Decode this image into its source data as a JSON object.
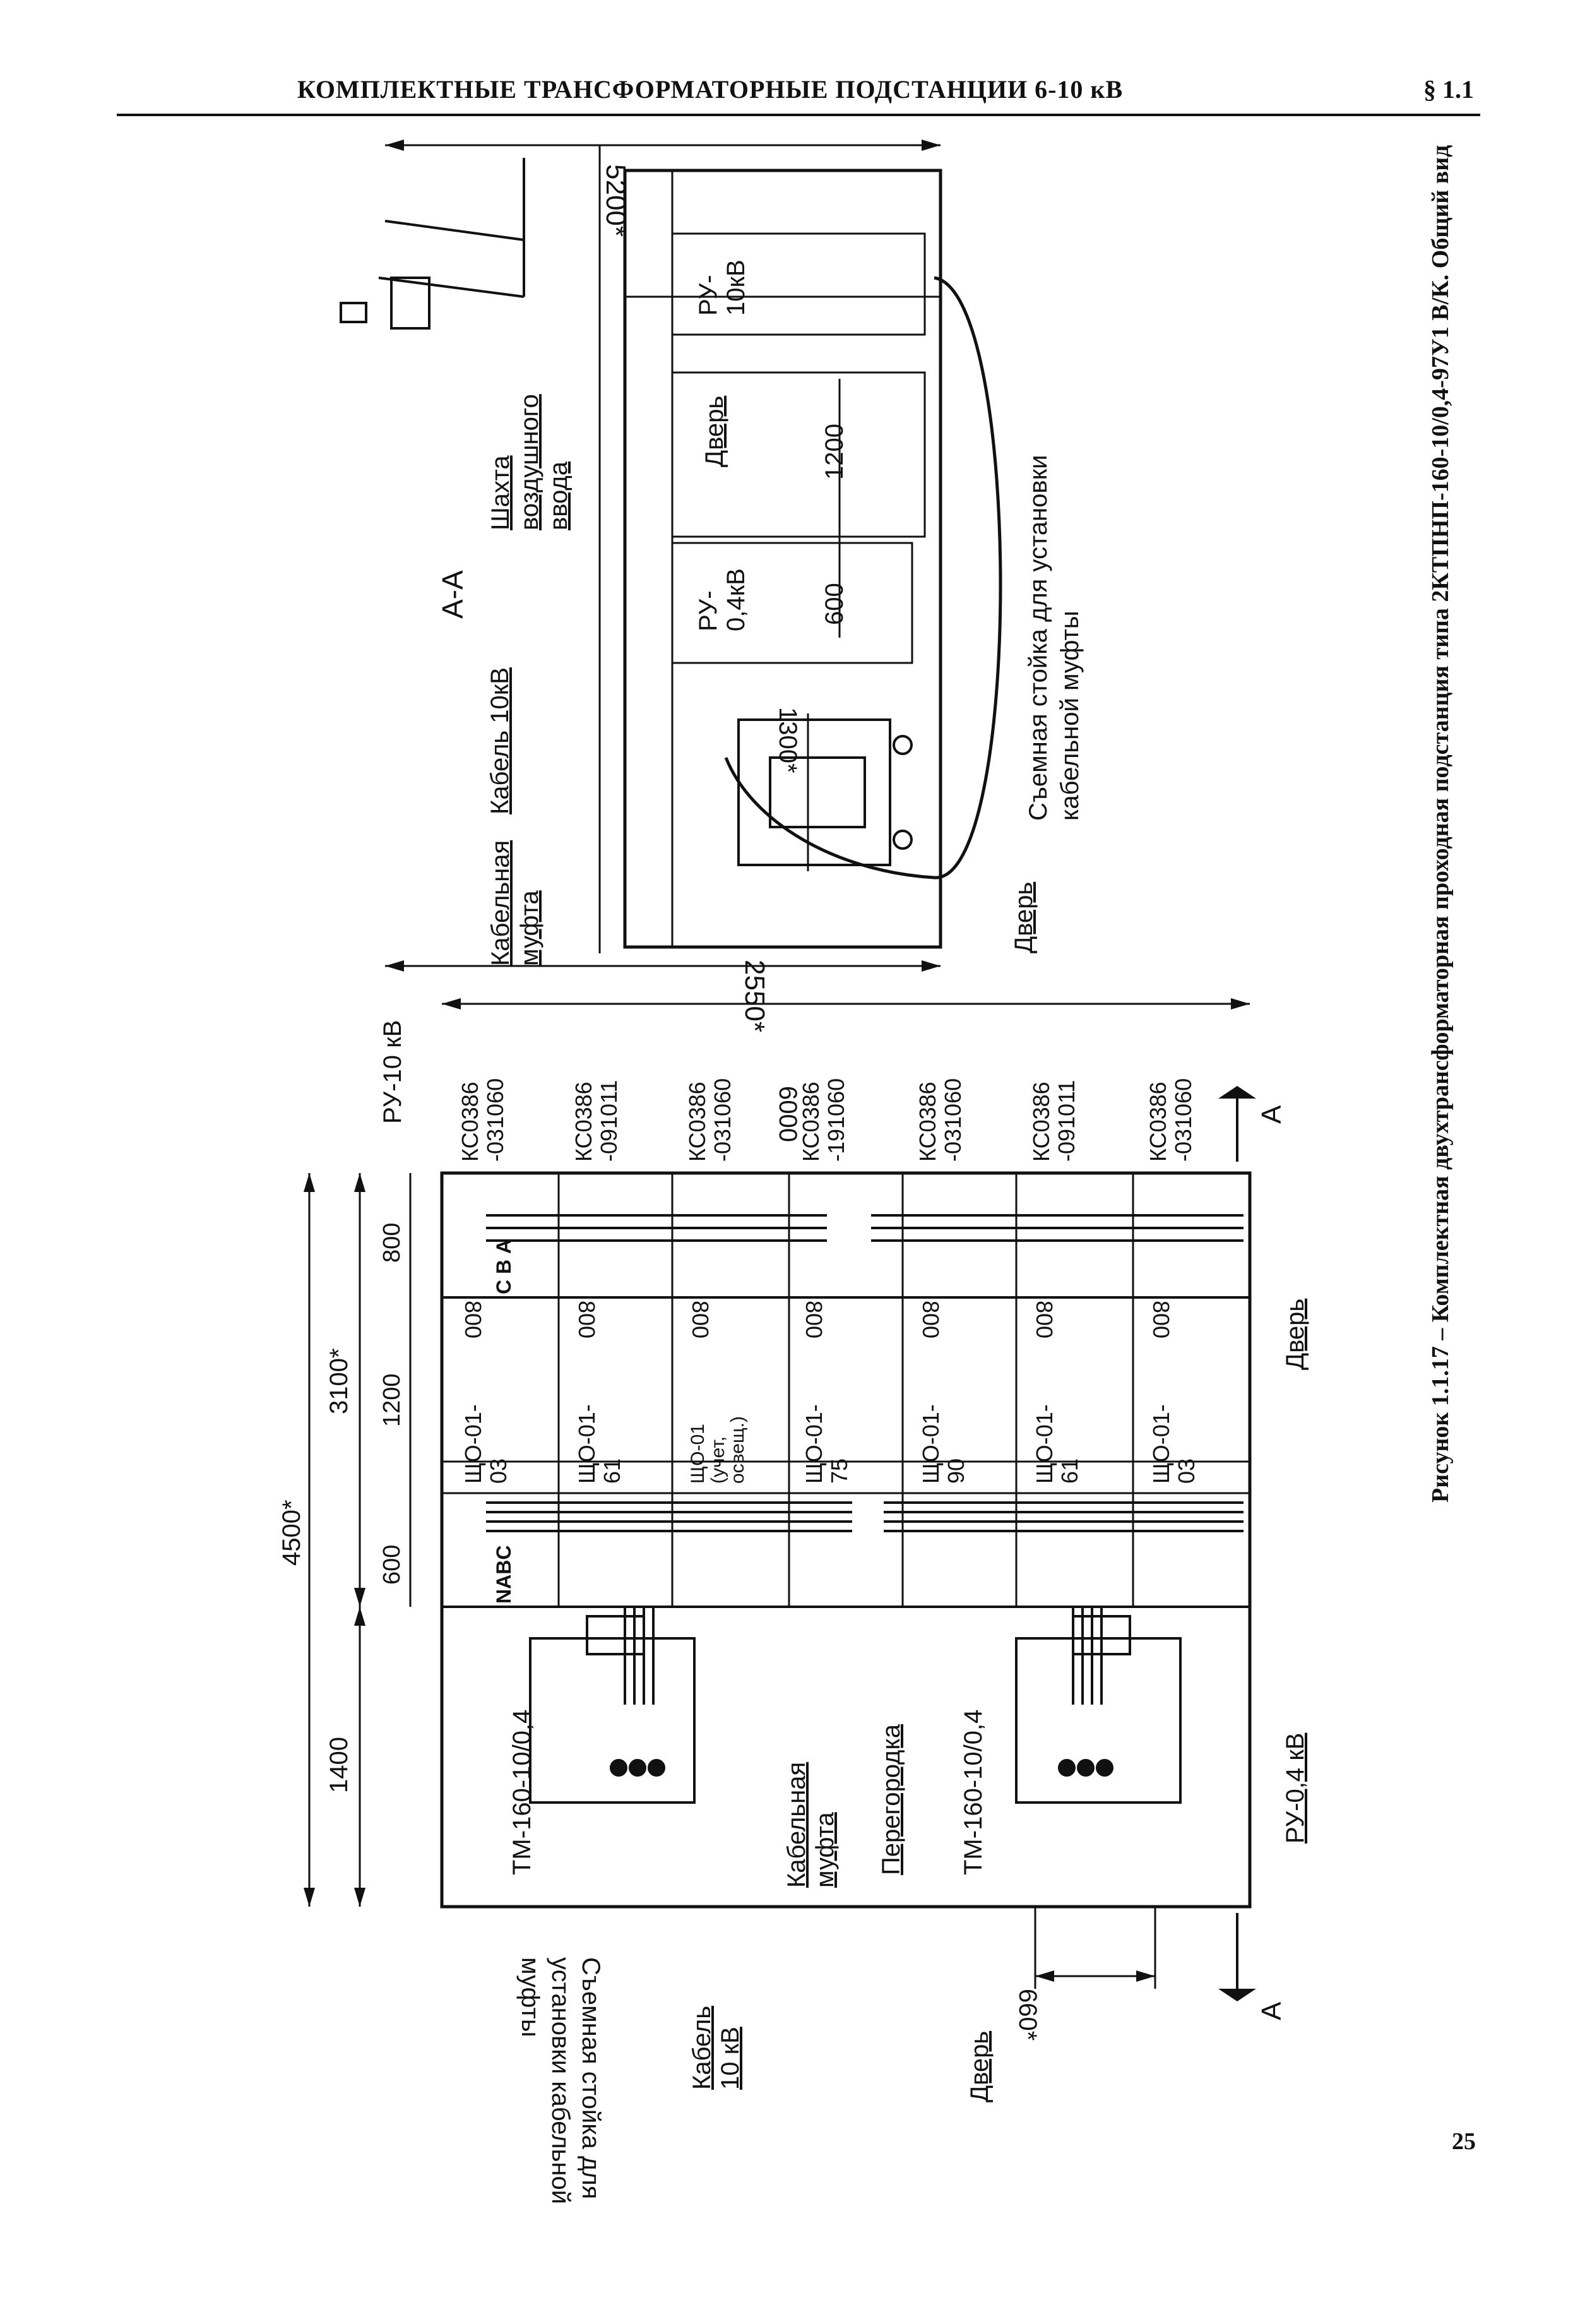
{
  "header": {
    "title": "КОМПЛЕКТНЫЕ ТРАНСФОРМАТОРНЫЕ ПОДСТАНЦИИ 6-10 кВ",
    "section": "§ 1.1"
  },
  "plan_view": {
    "dimensions": {
      "total_length": "4500*",
      "transformer_section": "1400",
      "switchgear_section": "3100*",
      "ru04_width": "600",
      "shchO_width": "1200",
      "ru10_width": "800",
      "overall_width": "6000",
      "transformer_spacing": "660*"
    },
    "labels": {
      "ru10": "РУ-10 кВ",
      "ru04": "РУ-0,4 кВ",
      "door_right": "Дверь",
      "door_left": "Дверь",
      "partition": "Перегородка",
      "cable_sleeve": "Кабельная муфта",
      "cable_10kv": "Кабель 10 кВ",
      "removable_stand": "Съемная стойка для установки кабельной муфты",
      "transformer_1": "ТМ-160-10/0,4",
      "transformer_2": "ТМ-160-10/0,4",
      "section_mark_top": "А",
      "section_mark_bottom": "А",
      "bus_ru04": "NABC",
      "bus_ru10": "С В А"
    },
    "ru10_cells": [
      "КС0386 -031060",
      "КС0386 -091011",
      "КС0386 -031060",
      "КС0386 -191060",
      "КС0386 -031060",
      "КС0386 -091011",
      "КС0386 -031060"
    ],
    "shchO_panels": [
      "ЩО-01- 03",
      "ЩО-01- 61",
      "ЩО-01 (учет, освещ.)",
      "ЩО-01- 75",
      "ЩО-01- 90",
      "ЩО-01- 61",
      "ЩО-01- 03"
    ],
    "panel_dim": "800"
  },
  "section_view": {
    "title": "А-А",
    "dimensions": {
      "width": "2550*",
      "height": "5200*",
      "transformer_height": "1300*",
      "door_height": "1200",
      "ru04_height": "600"
    },
    "labels": {
      "air_shaft": "Шахта воздушного ввода",
      "ru10": "РУ- 10кВ",
      "ru04": "РУ- 0,4кВ",
      "door_top": "Дверь",
      "door_bottom": "Дверь",
      "cable_10kv": "Кабель 10кВ",
      "cable_sleeve": "Кабельная муфта",
      "removable_stand": "Съемная стойка для установки кабельной муфты"
    }
  },
  "caption": "Рисунок 1.1.17 – Комплектная двухтрансформаторная проходная подстанция типа 2КТПНП-160-10/0,4-97У1 В/К. Общий вид",
  "page_number": "25"
}
